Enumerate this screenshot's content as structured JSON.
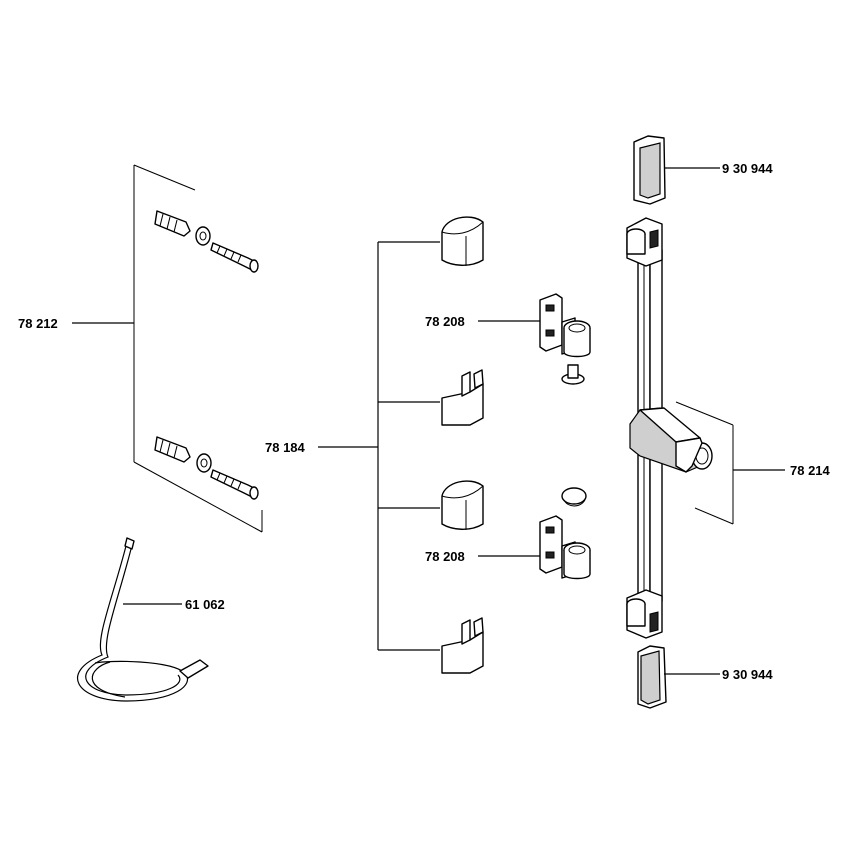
{
  "labels": {
    "wall_plugs_set": "78 212",
    "hose": "61 062",
    "bracket_covers": "78 184",
    "holder_upper": "78 208",
    "holder_lower": "78 208",
    "end_cap_top": "9 30 944",
    "end_cap_bottom": "9 30 944",
    "slide_rail": "78 214"
  }
}
